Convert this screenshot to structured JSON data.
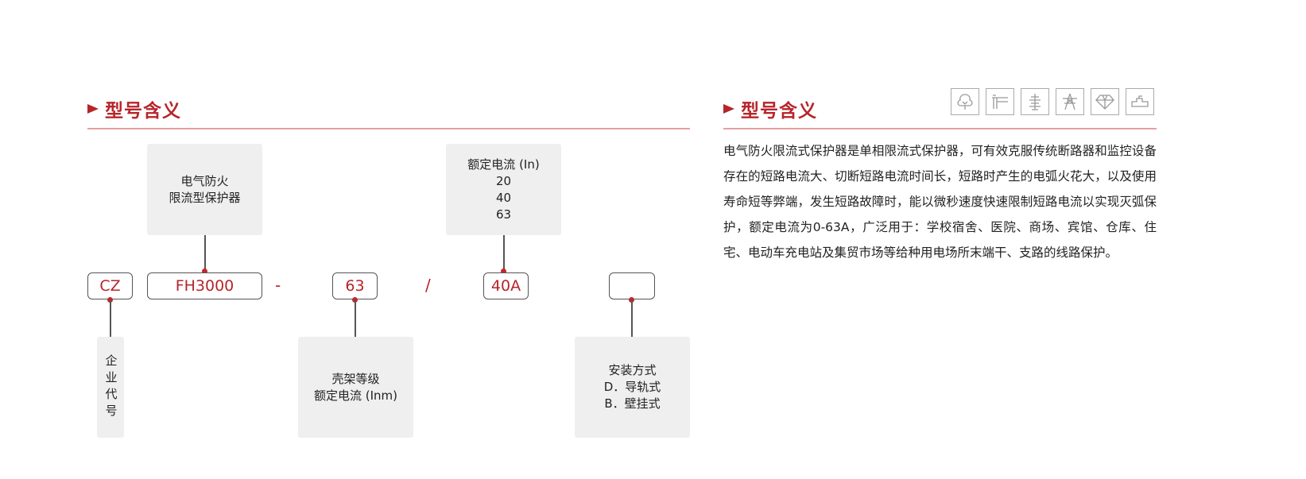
{
  "left": {
    "title": "型号含义",
    "boxes": {
      "product_line1": "电气防火",
      "product_line2": "限流型保护器",
      "rated_title": "额定电流 (In)",
      "rated_values": [
        "20",
        "40",
        "63"
      ],
      "company": "企业代号",
      "frame_line1": "壳架等级",
      "frame_line2": "额定电流 (Inm)",
      "install_line1": "安装方式",
      "install_line2": "D．导轨式",
      "install_line3": "B．壁挂式"
    },
    "codes": {
      "cz": "CZ",
      "fh": "FH3000",
      "dash": "-",
      "frame": "63",
      "slash": "/",
      "current": "40A",
      "install": ""
    }
  },
  "right": {
    "title": "型号含义",
    "description": "电气防火限流式保护器是单相限流式保护器，可有效克服传统断路器和监控设备存在的短路电流大、切断短路电流时间长，短路时产生的电弧火花大，以及使用寿命短等弊端，发生短路故障时，能以微秒速度快速限制短路电流以实现灭弧保护，额定电流为0-63A，广泛用于：学校宿舍、医院、商场、宾馆、仓库、住宅、电动车充电站及集贸市场等给种用电场所末端干、支路的线路保护。",
    "icons": [
      "tree-icon",
      "gate-icon",
      "tower-icon",
      "power-pylon-icon",
      "diamond-icon",
      "pipe-icon"
    ]
  },
  "colors": {
    "accent": "#b7242a",
    "rule": "#e3a0a3",
    "box": "#efefef"
  }
}
